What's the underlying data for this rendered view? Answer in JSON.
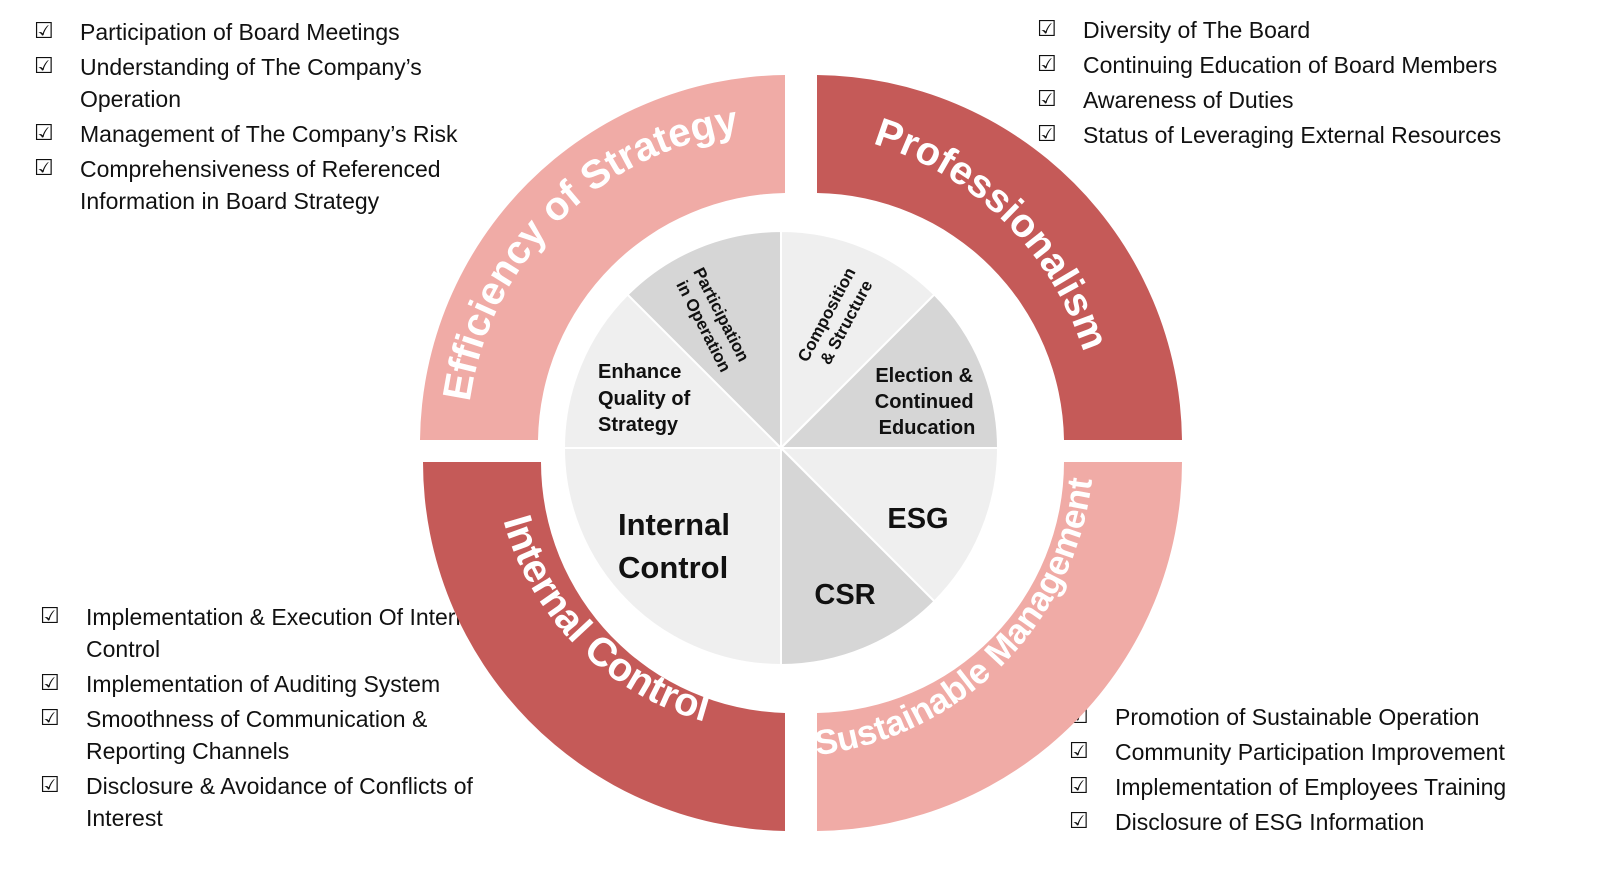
{
  "colors": {
    "dark_red": "#c55a58",
    "light_red": "#f0aba6",
    "slice_light": "#efefef",
    "slice_dark": "#d6d6d6",
    "check": "#111111"
  },
  "check_icon": "ballot-box-with-check",
  "outer_ring": {
    "efficiency": {
      "label": "Efficiency of Strategy"
    },
    "professionalism": {
      "label": "Professionalism"
    },
    "internal_control": {
      "label": "Internal Control"
    },
    "sustainable": {
      "label": "Sustainable Management"
    }
  },
  "inner_pie": {
    "enhance": {
      "lines": [
        "Enhance",
        "Quality of",
        "Strategy"
      ]
    },
    "participation": {
      "lines": [
        "Participation",
        "in Operation"
      ]
    },
    "composition": {
      "lines": [
        "Composition",
        "& Structure"
      ]
    },
    "election": {
      "lines": [
        "Election &",
        "Continued",
        "Education"
      ]
    },
    "esg": {
      "lines": [
        "ESG"
      ]
    },
    "csr": {
      "lines": [
        "CSR"
      ]
    },
    "internal": {
      "lines": [
        "Internal",
        "Control"
      ]
    }
  },
  "lists": {
    "top_left": [
      "Participation of Board Meetings",
      "Understanding of The Company’s Operation",
      "Management of The Company’s Risk",
      "Comprehensiveness of Referenced Information in Board Strategy"
    ],
    "top_right": [
      "Diversity of The Board",
      "Continuing Education of Board Members",
      "Awareness of Duties",
      "Status of Leveraging External Resources"
    ],
    "bottom_left": [
      "Implementation & Execution Of Internal Control",
      "Implementation of Auditing System",
      "Smoothness of Communication & Reporting Channels",
      "Disclosure & Avoidance of Conflicts of Interest"
    ],
    "bottom_right": [
      "Promotion of Sustainable Operation",
      "Community Participation Improvement",
      "Implementation of Employees Training",
      "Disclosure of ESG Information"
    ]
  }
}
